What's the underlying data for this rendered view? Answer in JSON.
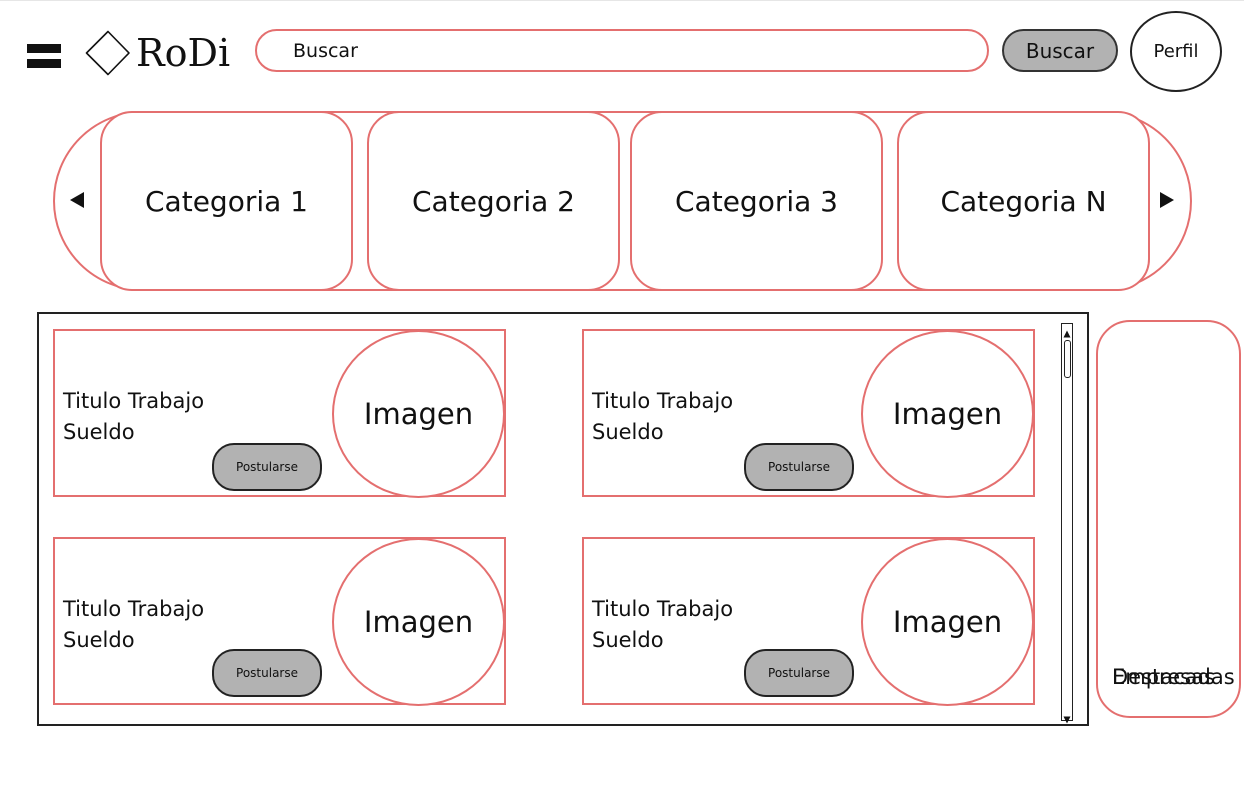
{
  "header": {
    "brand": "RoDi",
    "search_placeholder": "Buscar",
    "search_button": "Buscar",
    "profile": "Perfil"
  },
  "categories": {
    "items": [
      "Categoria 1",
      "Categoria 2",
      "Categoria 3",
      "Categoria N"
    ]
  },
  "jobs": [
    {
      "title": "Titulo Trabajo",
      "salary": "Sueldo",
      "image": "Imagen",
      "apply": "Postularse"
    },
    {
      "title": "Titulo Trabajo",
      "salary": "Sueldo",
      "image": "Imagen",
      "apply": "Postularse"
    },
    {
      "title": "Titulo Trabajo",
      "salary": "Sueldo",
      "image": "Imagen",
      "apply": "Postularse"
    },
    {
      "title": "Titulo Trabajo",
      "salary": "Sueldo",
      "image": "Imagen",
      "apply": "Postularse"
    }
  ],
  "sidebar": {
    "featured_line1": "Empresas",
    "featured_line2": "Destacadas"
  },
  "icons": {
    "menu": "hamburger-icon",
    "logo": "diamond-logo",
    "prev": "triangle-left-icon",
    "next": "triangle-right-icon"
  },
  "colors": {
    "accent_border": "#e46f6f",
    "button_fill": "#b2b2b2"
  }
}
